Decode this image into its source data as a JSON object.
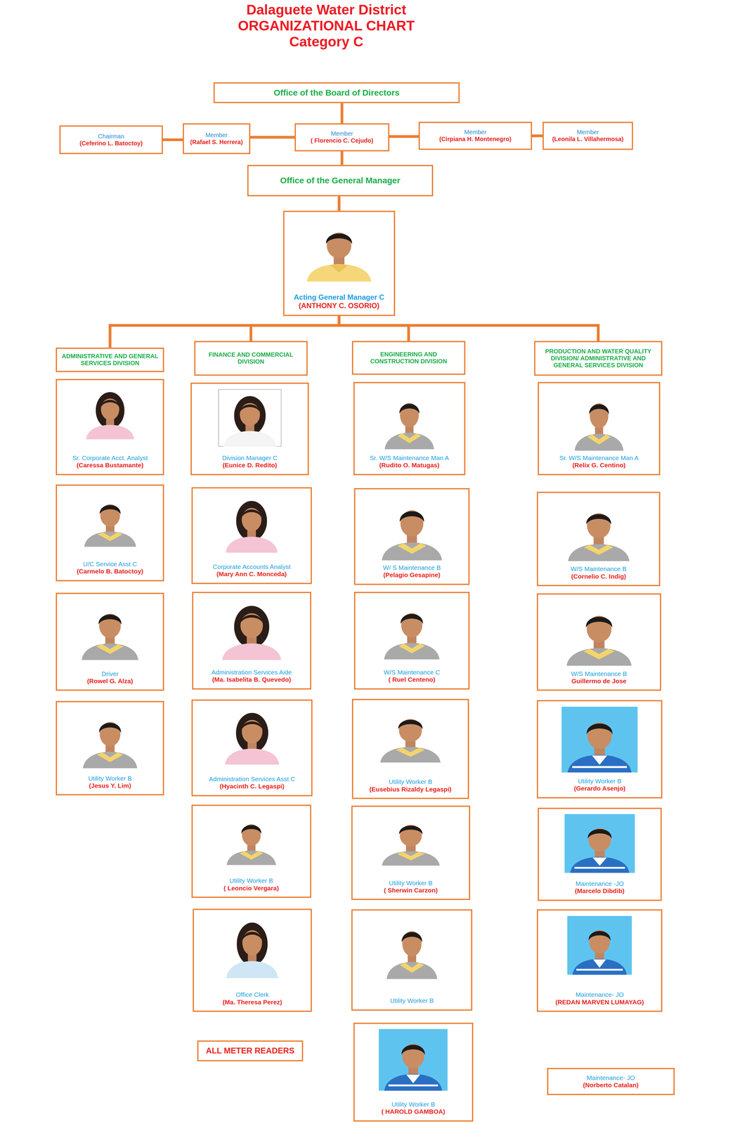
{
  "diagram": {
    "title": "Dalaguete Water District ORGANIZATIONAL CHART Category C",
    "nodes": [
      {
        "text": [
          "Office of the Board of Directors"
        ]
      },
      {
        "text": [
          "Chairman",
          "(Ceferino L. Batoctoy)"
        ]
      },
      {
        "text": [
          "Member",
          "(Rafael S. Herrera)"
        ]
      },
      {
        "text": [
          "Member",
          "( Florencio C. Cejudo)"
        ]
      },
      {
        "text": [
          "Member",
          "(Cirpiana H. Montenegro)"
        ]
      },
      {
        "text": [
          "Member",
          "(Leonila L. Villahermosa)"
        ]
      },
      {
        "text": [
          "Office of the General Manager"
        ]
      },
      {
        "text": [
          "Acting General Manager C",
          "(ANTHONY C. OSORIO)"
        ]
      },
      {
        "text": [
          "ADMINISTRATIVE AND GENERAL SERVICES DIVISION"
        ]
      },
      {
        "text": [
          "FINANCE AND COMMERCIAL DIVISION"
        ]
      },
      {
        "text": [
          "ENGINEERING AND CONSTRUCTION DIVISION"
        ]
      },
      {
        "text": [
          "PRODUCTION AND WATER QUALITY DIVISION/ ADMINISTRATIVE AND GENERAL SERVICES DIVISION"
        ]
      },
      {
        "text": [
          "Sr. Corporate Acct. Analyst",
          "(Caressa Bustamante)"
        ]
      },
      {
        "text": [
          "U/C Service Asst C",
          "(Carmelo B. Batoctoy)"
        ]
      },
      {
        "text": [
          "Driver",
          "(Rowel G. Alza)"
        ]
      },
      {
        "text": [
          "Utility Worker B",
          "(Jesus Y. Lim)"
        ]
      },
      {
        "text": [
          "Division Manager C",
          "(Eunice D. Redito)"
        ]
      },
      {
        "text": [
          "Corporate Accounts Analyst",
          "(Mary Ann C. Monceda)"
        ]
      },
      {
        "text": [
          "Administration Services Aide",
          "(Ma. Isabelita B. Quevedo)"
        ]
      },
      {
        "text": [
          "Administration Services Asst C",
          "(Hyacinth C. Legaspi)"
        ]
      },
      {
        "text": [
          "Utility Worker B",
          "( Leoncio Vergara)"
        ]
      },
      {
        "text": [
          "Office Clerk",
          "(Ma. Theresa Perez)"
        ]
      },
      {
        "text": [
          "ALL METER READERS"
        ]
      },
      {
        "text": [
          "Sr. W/S Maintenance Man A",
          "(Rudito O. Matugas)"
        ]
      },
      {
        "text": [
          "W/ S Maintenance B",
          "(Pelagio Gesapine)"
        ]
      },
      {
        "text": [
          "W/S Maintenance C",
          "( Ruel Centeno)"
        ]
      },
      {
        "text": [
          "Utility Worker B",
          "(Eusebius Rizaldy Legaspi)"
        ]
      },
      {
        "text": [
          "Utility Worker B",
          "( Sherwin Carzon)"
        ]
      },
      {
        "text": [
          "Utility Worker B"
        ]
      },
      {
        "text": [
          "Utility Worker B",
          "( HAROLD GAMBOA)"
        ]
      },
      {
        "text": [
          "Sr. W/S Maintenance Man A",
          "(Relix G. Centino)"
        ]
      },
      {
        "text": [
          "W/S Maintenance B",
          "(Cornelio C. Indig)"
        ]
      },
      {
        "text": [
          "W/S Maintenance B",
          "Guillermo de Jose"
        ]
      },
      {
        "text": [
          "Utility Worker B",
          "(Gerardo Asenjo)"
        ]
      },
      {
        "text": [
          "Maintenance -JO",
          "(Marcelo Dibdib)"
        ]
      },
      {
        "text": [
          "Maintenance- JO",
          "(REDAN MARVEN LUMAYAG)"
        ]
      },
      {
        "text": [
          "Maintenance- JO",
          "(Norberto Catalan)"
        ]
      }
    ],
    "edges": [
      {
        "from": 0,
        "to": 3,
        "arrow": "none"
      },
      {
        "from": 1,
        "to": 2,
        "arrow": "none"
      },
      {
        "from": 2,
        "to": 3,
        "arrow": "none"
      },
      {
        "from": 3,
        "to": 4,
        "arrow": "none"
      },
      {
        "from": 4,
        "to": 5,
        "arrow": "none"
      },
      {
        "from": 3,
        "to": 6,
        "arrow": "none"
      },
      {
        "from": 6,
        "to": 7,
        "arrow": "none"
      },
      {
        "from": 7,
        "to": 8,
        "arrow": "none"
      },
      {
        "from": 7,
        "to": 9,
        "arrow": "none"
      },
      {
        "from": 7,
        "to": 10,
        "arrow": "none"
      },
      {
        "from": 7,
        "to": 11,
        "arrow": "none"
      }
    ]
  }
}
